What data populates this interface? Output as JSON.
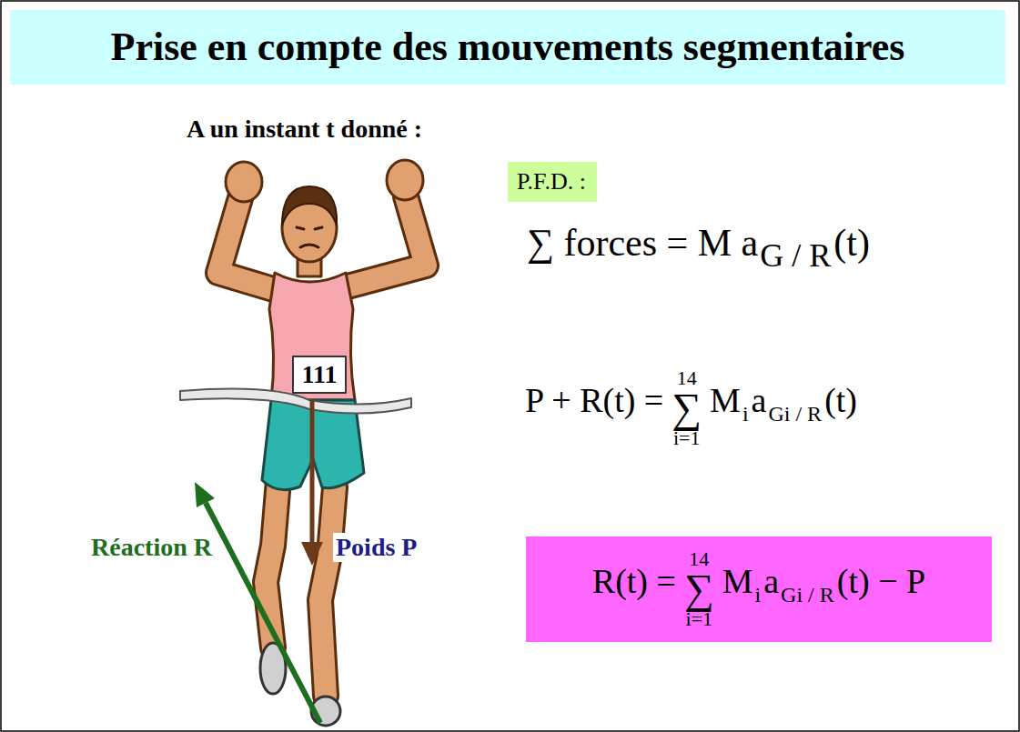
{
  "diagram": {
    "title": "Prise en compte des mouvements segmentaires",
    "nodes": [
      {
        "text": [
          "P.F.D. :"
        ]
      },
      {
        "text": [
          "R(t) =",
          "14",
          "∑",
          "i=1",
          "M",
          "i",
          "a",
          "Gi / R",
          "(t) − P"
        ]
      }
    ],
    "labels": [
      "A un instant t donné :",
      "∑ forces = M a",
      "G / R",
      "(t)",
      "P + R(t) =",
      "14",
      "∑",
      "i=1",
      "M",
      "i",
      "a",
      "Gi / R",
      "(t)",
      "Réaction R",
      "Poids P",
      "111"
    ]
  }
}
